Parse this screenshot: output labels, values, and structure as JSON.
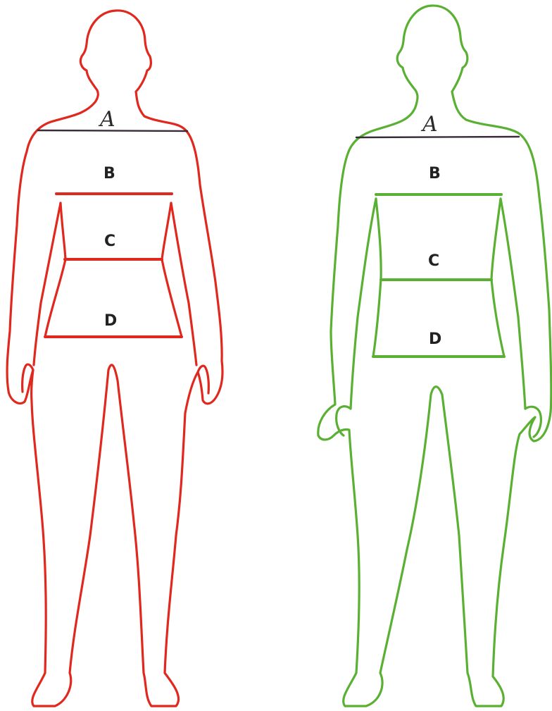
{
  "colors": {
    "left_figure": "#e0281e",
    "right_figure": "#5ab032",
    "shoulder_line": "#3a2a3a",
    "label_text": "#222222",
    "background": "#ffffff"
  },
  "figures": [
    {
      "id": "left",
      "labels": {
        "a": "A",
        "b": "B",
        "c": "C",
        "d": "D"
      }
    },
    {
      "id": "right",
      "labels": {
        "a": "A",
        "b": "B",
        "c": "C",
        "d": "D"
      }
    }
  ]
}
